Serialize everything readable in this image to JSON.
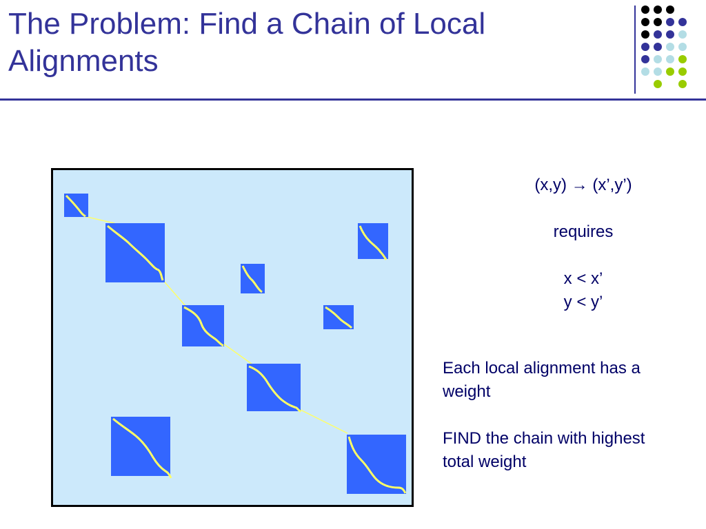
{
  "title": {
    "line1": "The Problem: Find a Chain of Local",
    "line2": "Alignments"
  },
  "constraint": {
    "mapping": "(x,y) → (x’,y’)",
    "requires": "requires",
    "cond_x": "x < x’",
    "cond_y": "y < y’"
  },
  "weight_note": {
    "line1": "Each local alignment has a",
    "line2": "weight"
  },
  "goal_note": {
    "line1": "FIND the chain with highest",
    "line2": "total weight"
  },
  "colors": {
    "title": "#333399",
    "text": "#000066",
    "matrix_bg": "#cce9fb",
    "block": "#3366ff",
    "path": "#ffff66",
    "dot_black": "#000000",
    "dot_purple": "#333399",
    "dot_lightblue": "#b3dde5",
    "dot_green": "#99cc00"
  },
  "decor_dots": [
    [
      "black",
      "black",
      "black",
      ""
    ],
    [
      "black",
      "black",
      "purple",
      "purple"
    ],
    [
      "black",
      "purple",
      "purple",
      "lightblue"
    ],
    [
      "purple",
      "purple",
      "lightblue",
      "lightblue"
    ],
    [
      "purple",
      "lightblue",
      "lightblue",
      "green"
    ],
    [
      "lightblue",
      "lightblue",
      "green",
      "green"
    ],
    [
      "",
      "green",
      "",
      "green"
    ]
  ]
}
